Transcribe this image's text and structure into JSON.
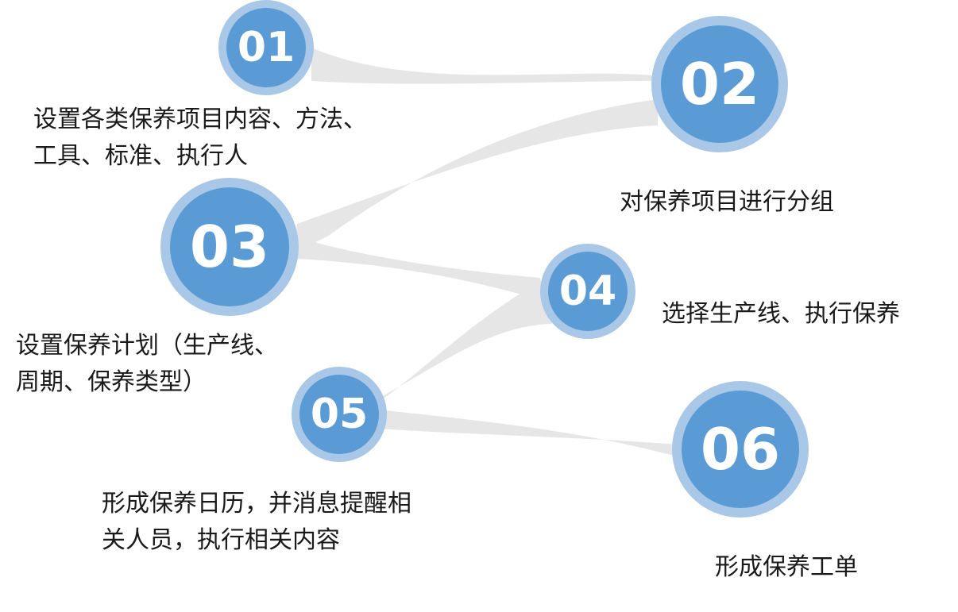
{
  "colors": {
    "circle_fill": "#5b9bd5",
    "circle_ring": "#a9c7e6",
    "connector": "#e6e6e6",
    "number_text": "#ffffff",
    "label_text": "#1a1a1a"
  },
  "steps": [
    {
      "number": "01",
      "lines": [
        "设置各类保养项目内容、方法、",
        "工具、标准、执行人"
      ]
    },
    {
      "number": "02",
      "lines": [
        "对保养项目进行分组"
      ]
    },
    {
      "number": "03",
      "lines": [
        "设置保养计划（生产线、",
        "周期、保养类型）"
      ]
    },
    {
      "number": "04",
      "lines": [
        "选择生产线、执行保养"
      ]
    },
    {
      "number": "05",
      "lines": [
        "形成保养日历，并消息提醒相",
        "关人员，执行相关内容"
      ]
    },
    {
      "number": "06",
      "lines": [
        "形成保养工单"
      ]
    }
  ]
}
